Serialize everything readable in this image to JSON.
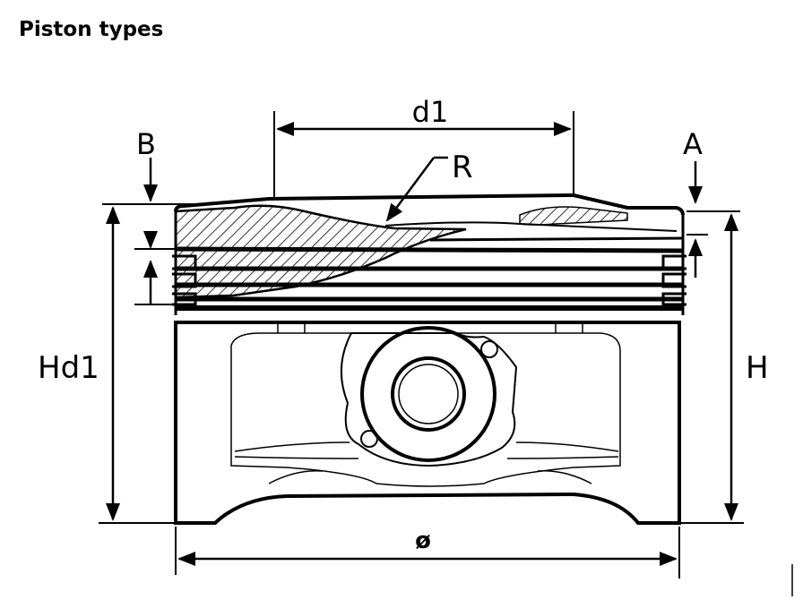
{
  "title": "Piston types",
  "labels": {
    "d1": "d1",
    "R": "R",
    "B": "B",
    "A": "A",
    "Hd1": "Hd1",
    "H": "H",
    "diameter": "ø"
  },
  "colors": {
    "ink": "#000000",
    "background": "#ffffff"
  }
}
